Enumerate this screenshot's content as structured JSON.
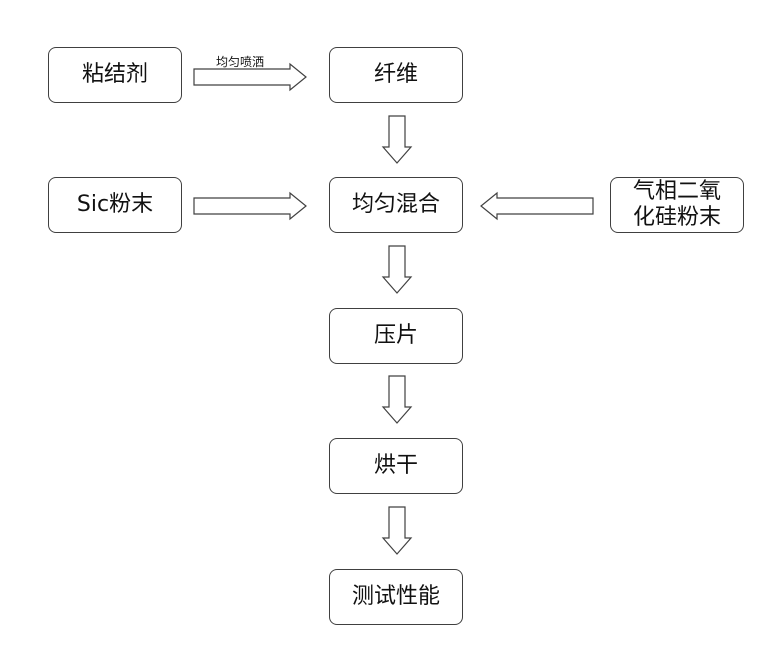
{
  "nodes": {
    "binder": "粘结剂",
    "fiber": "纤维",
    "sic_powder": "Sic粉末",
    "mix": "均匀混合",
    "fumed_silica_line1": "气相二氧",
    "fumed_silica_line2": "化硅粉末",
    "press": "压片",
    "dry": "烘干",
    "test": "测试性能"
  },
  "edges": {
    "binder_to_fiber_label": "均匀喷洒"
  },
  "colors": {
    "stroke": "#404040",
    "fill": "#ffffff",
    "text": "#111111"
  }
}
